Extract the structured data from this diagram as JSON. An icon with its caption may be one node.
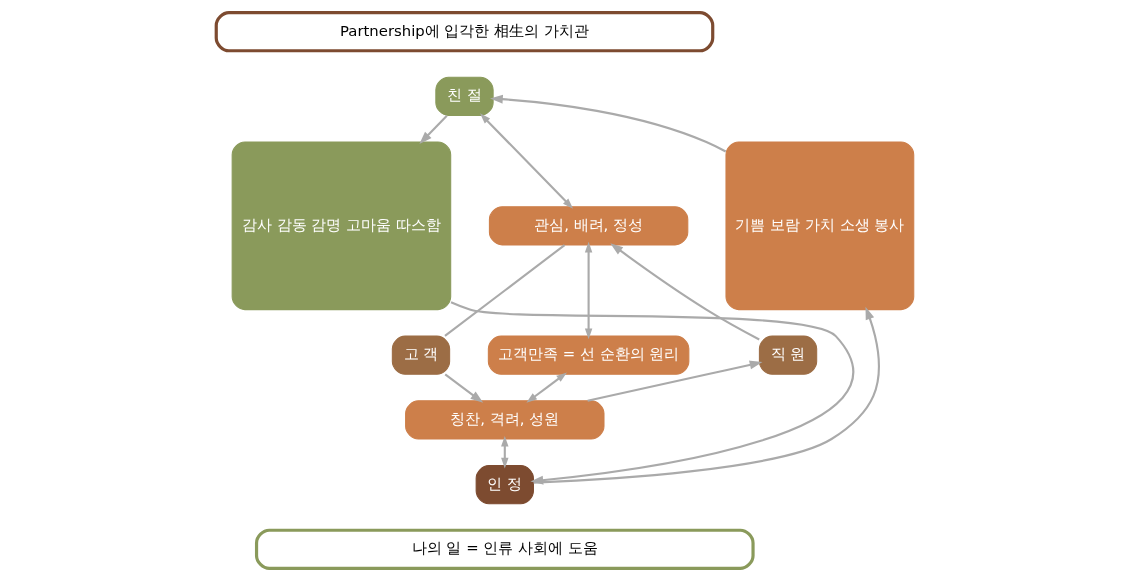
{
  "diagram": {
    "nodes": [
      {
        "text": [
          "Partnership에 입각한 相生의 가치관"
        ]
      },
      {
        "text": [
          "친 절"
        ]
      },
      {
        "text": [
          "기쁨 보람 가치 소생 봉사"
        ]
      },
      {
        "text": [
          "관심, 배려, 정성"
        ]
      },
      {
        "text": [
          "직 원"
        ]
      },
      {
        "text": [
          "고객만족 = 선 순환의 원리"
        ]
      },
      {
        "text": [
          "고 객"
        ]
      },
      {
        "text": [
          "칭찬, 격려, 성원"
        ]
      },
      {
        "text": [
          "감사 감동 감명 고마움 따스함"
        ]
      },
      {
        "text": [
          "인 정"
        ]
      },
      {
        "text": [
          "나의 일 = 인류 사회에 도움"
        ]
      }
    ],
    "edges": [
      {
        "from": 2,
        "to": 1,
        "arrow": "to"
      },
      {
        "from": 1,
        "to": 8,
        "arrow": "to"
      },
      {
        "from": 8,
        "to": 9,
        "arrow": "to"
      },
      {
        "from": 9,
        "to": 2,
        "arrow": "to"
      },
      {
        "from": 1,
        "to": 3,
        "arrow": "both"
      },
      {
        "from": 3,
        "to": 5,
        "arrow": "both"
      },
      {
        "from": 5,
        "to": 7,
        "arrow": "both"
      },
      {
        "from": 7,
        "to": 9,
        "arrow": "both"
      },
      {
        "from": 4,
        "to": 3,
        "arrow": "to"
      },
      {
        "from": 7,
        "to": 4,
        "arrow": "to"
      },
      {
        "from": 3,
        "to": 6,
        "arrow": "none"
      },
      {
        "from": 6,
        "to": 7,
        "arrow": "to"
      }
    ]
  }
}
